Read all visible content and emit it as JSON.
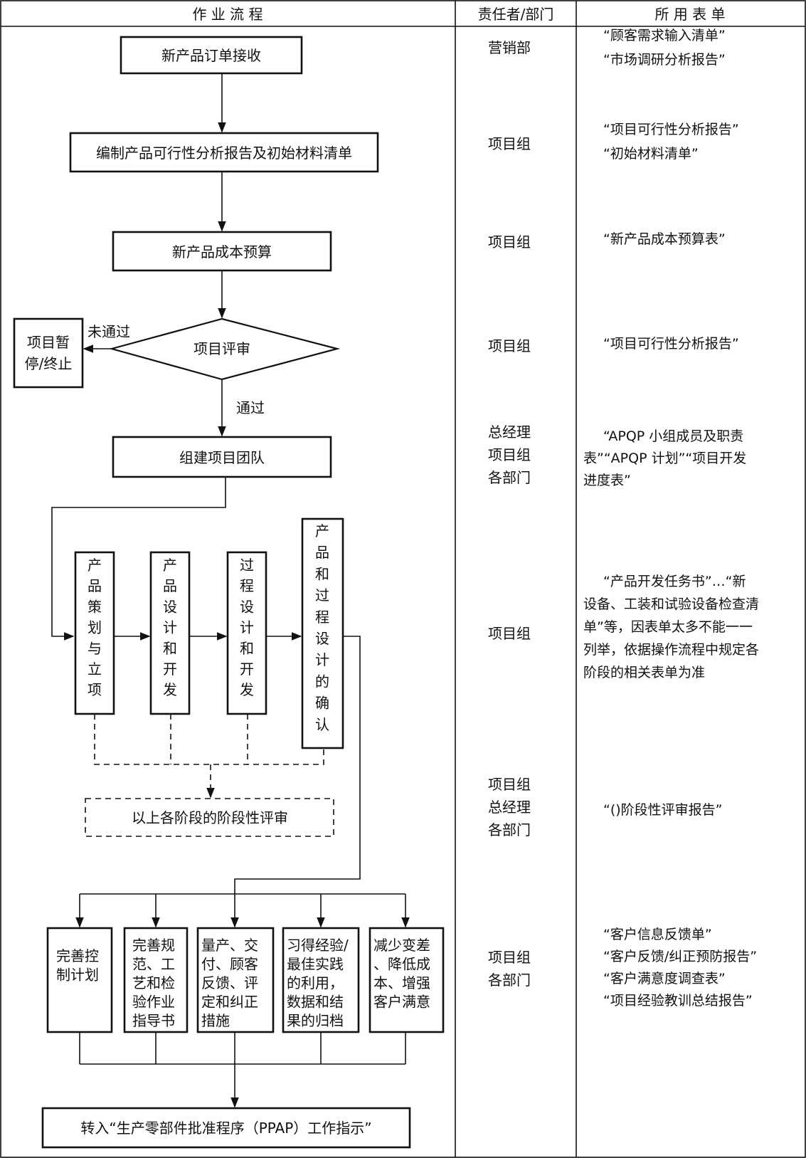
{
  "header": {
    "col_flow": "作 业 流 程",
    "col_owner": "责任者/部门",
    "col_forms": "所 用 表 单"
  },
  "flow": {
    "order_receive": "新产品订单接收",
    "feasibility": "编制产品可行性分析报告及初始材料清单",
    "cost_budget": "新产品成本预算",
    "review": "项目评审",
    "fail_label": "未通过",
    "pause_line1": "项目暂",
    "pause_line2": "停/终止",
    "pass_label": "通过",
    "team": "组建项目团队",
    "phases": [
      {
        "lines": [
          "产",
          "品",
          "策",
          "划",
          "与",
          "立",
          "项"
        ]
      },
      {
        "lines": [
          "产",
          "品",
          "设",
          "计",
          "和",
          "开",
          "发"
        ]
      },
      {
        "lines": [
          "过",
          "程",
          "设",
          "计",
          "和",
          "开",
          "发"
        ]
      },
      {
        "lines": [
          "产",
          "品",
          "和",
          "过",
          "程",
          "设",
          "计",
          "的",
          "确",
          "认"
        ]
      }
    ],
    "phase_review": "以上各阶段的阶段性评审",
    "bottom_boxes": [
      {
        "lines": [
          "完善控",
          "制计划"
        ]
      },
      {
        "lines": [
          "完善规",
          "范、工",
          "艺和检",
          "验作业",
          "指导书"
        ]
      },
      {
        "lines": [
          "量产、交",
          "付、顾客",
          "反馈、评",
          "定和纠正",
          "措施"
        ]
      },
      {
        "lines": [
          "习得经验/",
          "最佳实践",
          "的利用，",
          "数据和结",
          "果的归档"
        ]
      },
      {
        "lines": [
          "减少变差",
          "、降低成",
          "本、增强",
          "客户满意"
        ]
      }
    ],
    "final": "转入“生产零部件批准程序（PPAP）工作指示”"
  },
  "owners": [
    {
      "lines": [
        "营销部"
      ]
    },
    {
      "lines": [
        "项目组"
      ]
    },
    {
      "lines": [
        "项目组"
      ]
    },
    {
      "lines": [
        "项目组"
      ]
    },
    {
      "lines": [
        "总经理",
        "项目组",
        "各部门"
      ]
    },
    {
      "lines": [
        "项目组"
      ]
    },
    {
      "lines": [
        "项目组",
        "总经理",
        "各部门"
      ]
    },
    {
      "lines": [
        "项目组",
        "各部门"
      ]
    }
  ],
  "forms": [
    {
      "lines": [
        "“顾客需求输入清单”",
        "“市场调研分析报告”"
      ]
    },
    {
      "lines": [
        "“项目可行性分析报告”",
        "“初始材料清单”"
      ]
    },
    {
      "lines": [
        "“新产品成本预算表”"
      ]
    },
    {
      "lines": [
        "“项目可行性分析报告”"
      ]
    },
    {
      "lines": [
        "“APQP 小组成员及职责",
        "表”“APQP 计划”“项目开发",
        "进度表”"
      ]
    },
    {
      "lines": [
        "“产品开发任务书”…“新",
        "设备、工装和试验设备检查清",
        "单”等，因表单太多不能一一",
        "列举，依据操作流程中规定各",
        "阶段的相关表单为准"
      ]
    },
    {
      "lines": [
        "“()阶段性评审报告”"
      ]
    },
    {
      "lines": [
        "“客户信息反馈单”",
        "“客户反馈/纠正预防报告”",
        "“客户满意度调查表”",
        "“项目经验教训总结报告”"
      ]
    }
  ]
}
